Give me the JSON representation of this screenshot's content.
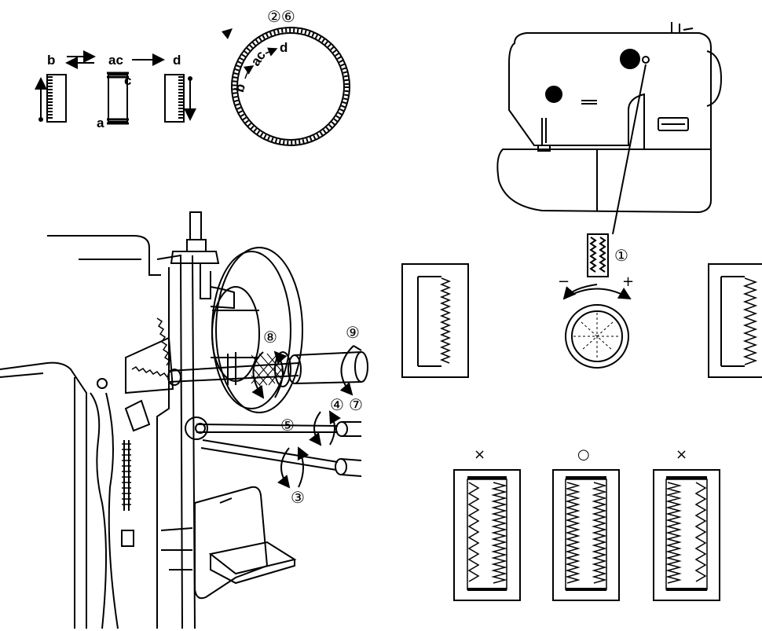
{
  "sequence": {
    "step_b": "b",
    "step_ac": "ac",
    "step_d": "d",
    "mark_a": "a",
    "mark_c": "c"
  },
  "dial": {
    "ref_top": "②⑥",
    "inner_b": "b",
    "inner_ac": "ac",
    "inner_d": "d"
  },
  "adjust": {
    "ref_1": "①",
    "minus": "−",
    "plus": "+"
  },
  "mechanism": {
    "ref_8": "⑧",
    "ref_9": "⑨",
    "ref_4": "④",
    "ref_7": "⑦",
    "ref_5": "⑤",
    "ref_3": "③"
  },
  "results": {
    "left_mark": "×",
    "center_mark": "○",
    "right_mark": "×"
  }
}
